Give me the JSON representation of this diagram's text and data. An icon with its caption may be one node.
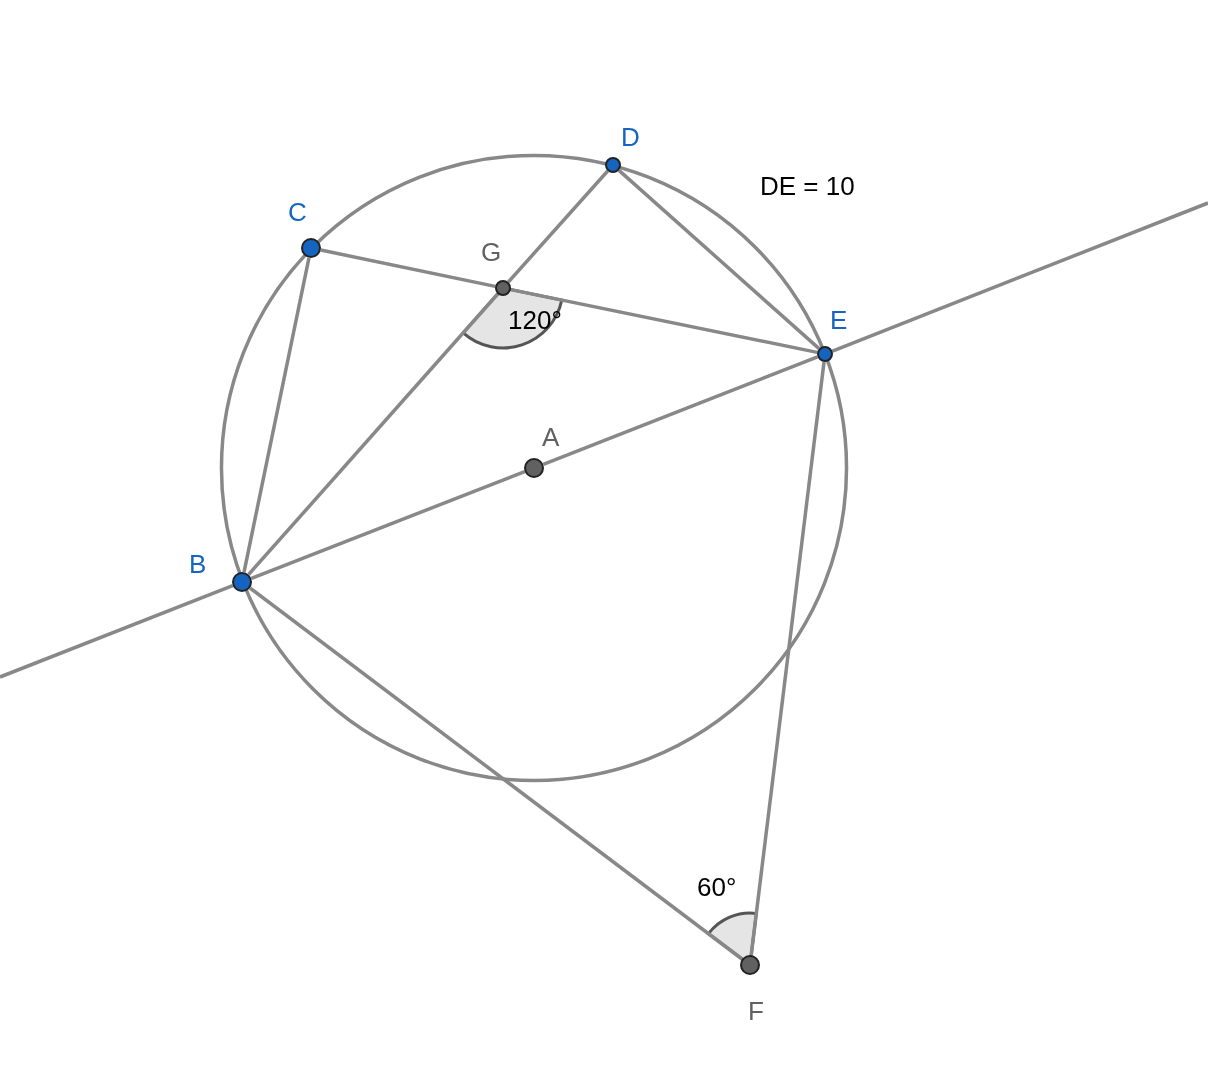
{
  "diagram": {
    "nodes": [
      {
        "text": [
          "D"
        ]
      },
      {
        "text": [
          "C"
        ]
      },
      {
        "text": [
          "G"
        ]
      },
      {
        "text": [
          "E"
        ]
      },
      {
        "text": [
          "A"
        ]
      },
      {
        "text": [
          "B"
        ]
      },
      {
        "text": [
          "F"
        ]
      }
    ],
    "edges": [
      {
        "from": 1,
        "to": 5,
        "arrow": "none"
      },
      {
        "from": 1,
        "to": 2,
        "arrow": "none"
      },
      {
        "from": 2,
        "to": 3,
        "arrow": "none"
      },
      {
        "from": 5,
        "to": 2,
        "arrow": "none"
      },
      {
        "from": 2,
        "to": 0,
        "arrow": "none"
      },
      {
        "from": 0,
        "to": 3,
        "arrow": "none"
      },
      {
        "from": 5,
        "to": 4,
        "arrow": "none"
      },
      {
        "from": 4,
        "to": 3,
        "arrow": "none"
      },
      {
        "from": 3,
        "to": null,
        "arrow": "none"
      },
      {
        "from": 5,
        "to": null,
        "arrow": "none"
      },
      {
        "from": 5,
        "to": 6,
        "arrow": "none"
      },
      {
        "from": 3,
        "to": 6,
        "arrow": "none"
      }
    ],
    "labels": [
      "DE = 10",
      "120°",
      "60°"
    ]
  }
}
